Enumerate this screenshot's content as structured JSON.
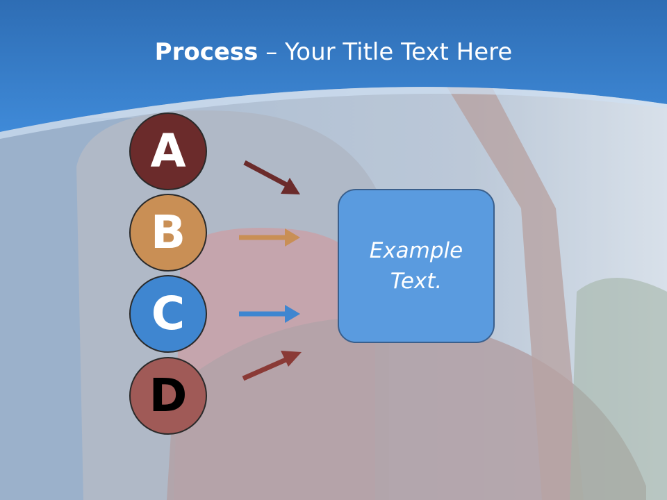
{
  "slide": {
    "title_bold": "Process",
    "title_dash": " – ",
    "title_rest": "Your Title Text Here"
  },
  "steps": [
    {
      "letter": "A",
      "fill": "#6b2b2b",
      "text_color": "#ffffff",
      "arrow_color": "#6b2b2b"
    },
    {
      "letter": "B",
      "fill": "#c98f55",
      "text_color": "#ffffff",
      "arrow_color": "#c98f55"
    },
    {
      "letter": "C",
      "fill": "#3f86d0",
      "text_color": "#ffffff",
      "arrow_color": "#3f86d0"
    },
    {
      "letter": "D",
      "fill": "#a05a57",
      "text_color": "#000000",
      "arrow_color": "#8a3a36"
    }
  ],
  "box": {
    "text": "Example Text.",
    "fill": "#5a9bdf"
  },
  "colors": {
    "header_blue": "#2f74c0",
    "accent": "#5a9bdf"
  }
}
